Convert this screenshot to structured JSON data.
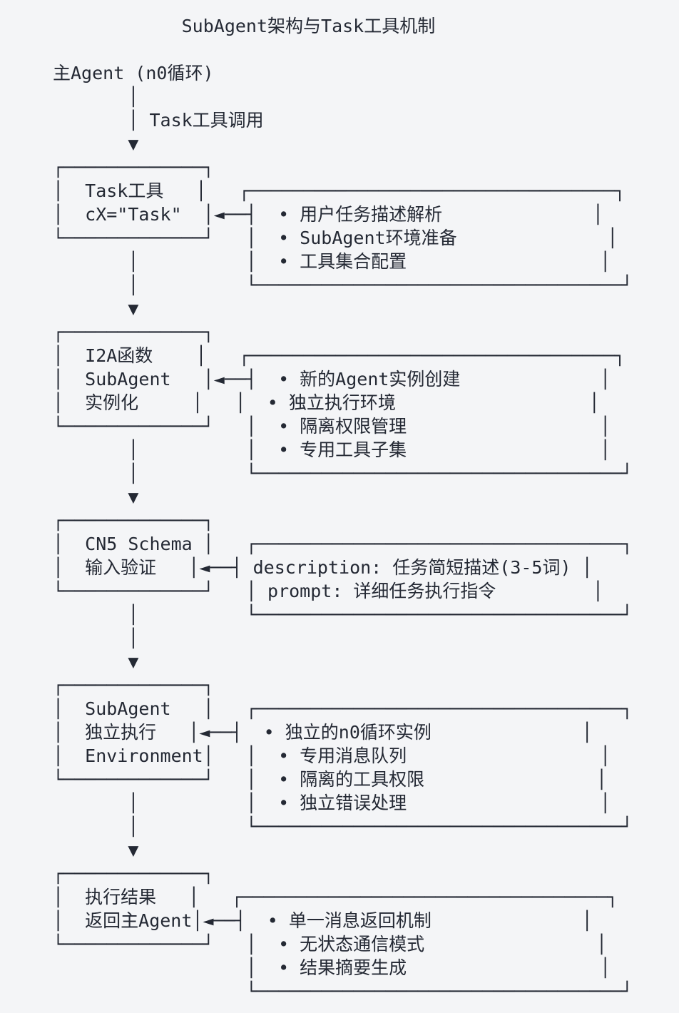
{
  "page": {
    "background_color": "#f4f5f7",
    "ink_color": "#242934"
  },
  "title": "SubAgent架构与Task工具机制",
  "diagram": {
    "type": "flowchart",
    "root_node": "主Agent (n0循环)",
    "first_edge_label": "Task工具调用",
    "steps": [
      {
        "node_lines": [
          "Task工具",
          "cX=\"Task\""
        ],
        "notes": [
          "用户任务描述解析",
          "SubAgent环境准备",
          "工具集合配置"
        ]
      },
      {
        "node_lines": [
          "I2A函数",
          "SubAgent",
          "实例化"
        ],
        "notes": [
          "新的Agent实例创建",
          "独立执行环境",
          "隔离权限管理",
          "专用工具子集"
        ]
      },
      {
        "node_lines": [
          "CN5 Schema",
          "输入验证"
        ],
        "notes": [
          "description: 任务简短描述(3-5词)",
          "prompt: 详细任务执行指令"
        ]
      },
      {
        "node_lines": [
          "SubAgent",
          "独立执行",
          "Environment"
        ],
        "notes": [
          "独立的n0循环实例",
          "专用消息队列",
          "隔离的工具权限",
          "独立错误处理"
        ]
      },
      {
        "node_lines": [
          "执行结果",
          "返回主Agent"
        ],
        "notes": [
          "单一消息返回机制",
          "无状态通信模式",
          "结果摘要生成"
        ]
      }
    ]
  },
  "ascii_art": {
    "header": [
      "            SubAgent架构与Task工具机制",
      "",
      "主Agent (n0循环)",
      "       │",
      "       │ Task工具调用",
      "       ▼"
    ],
    "sections": [
      [
        "┌─────────────┐",
        "│  Task工具   │   ┌──────────────────────────────────┐",
        "│  cX=\"Task\"  │◄──┤  • 用户任务描述解析              │",
        "└─────────────┘   │  • SubAgent环境准备              │",
        "       │          │  • 工具集合配置                  │",
        "       │          └──────────────────────────────────┘",
        "       ▼"
      ],
      [
        "┌─────────────┐",
        "│  I2A函数    │   ┌──────────────────────────────────┐",
        "│  SubAgent   │◄──┤  • 新的Agent实例创建             │",
        "│  实例化     │   │  • 独立执行环境                  │",
        "└─────────────┘   │  • 隔离权限管理                  │",
        "       │          │  • 专用工具子集                  │",
        "       │          └──────────────────────────────────┘",
        "       ▼"
      ],
      [
        "┌─────────────┐",
        "│  CN5 Schema │   ┌──────────────────────────────────┐",
        "│  输入验证   │◄──┤ description: 任务简短描述(3-5词) │",
        "└─────────────┘   │ prompt: 详细任务执行指令         │",
        "       │          └──────────────────────────────────┘",
        "       │",
        "       ▼"
      ],
      [
        "┌─────────────┐",
        "│  SubAgent   │   ┌──────────────────────────────────┐",
        "│  独立执行   │◄──┤  • 独立的n0循环实例              │",
        "│  Environment│   │  • 专用消息队列                  │",
        "└─────────────┘   │  • 隔离的工具权限                │",
        "       │          │  • 独立错误处理                  │",
        "       │          └──────────────────────────────────┘",
        "       ▼"
      ],
      [
        "┌─────────────┐",
        "│  执行结果   │   ┌──────────────────────────────────┐",
        "│  返回主Agent│◄──┤  • 单一消息返回机制              │",
        "└─────────────┘   │  • 无状态通信模式                │",
        "                  │  • 结果摘要生成                  │",
        "                  └──────────────────────────────────┘"
      ]
    ]
  }
}
